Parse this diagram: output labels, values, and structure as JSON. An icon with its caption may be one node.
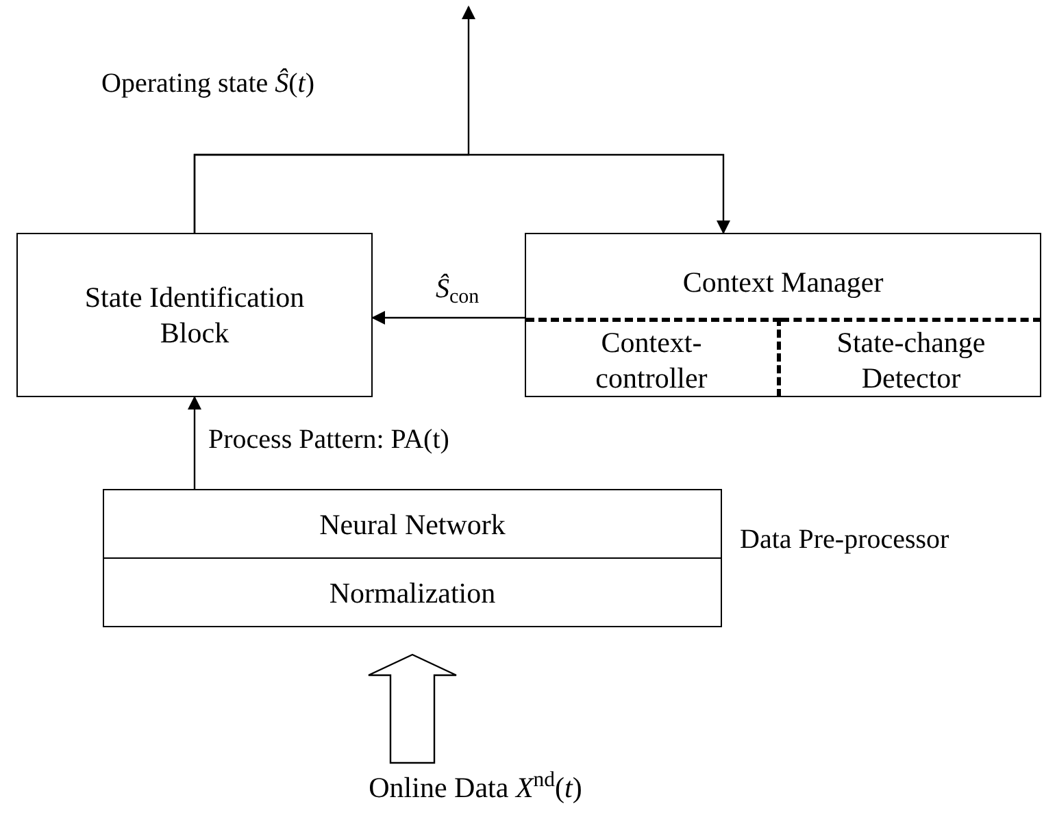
{
  "diagram": {
    "nodes": [
      {
        "text": [
          "State Identification Block"
        ]
      },
      {
        "text": [
          "Context Manager"
        ]
      },
      {
        "text": [
          "Context-controller"
        ],
        "in": 1
      },
      {
        "text": [
          "State-change Detector"
        ],
        "in": 1
      },
      {
        "text": [],
        "shape": "box",
        "beside": [
          "Data Pre-processor"
        ]
      },
      {
        "text": [
          "Neural Network"
        ],
        "in": 4
      },
      {
        "text": [
          "Normalization"
        ],
        "in": 4
      },
      {
        "text": [
          "Online Data *X*$^{nd}$(*t*)"
        ]
      }
    ],
    "edges": [
      {
        "from": 0,
        "to": null,
        "arrow": "to",
        "label": "Operating state *Ŝ*(*t*)"
      },
      {
        "from": 0,
        "to": 1,
        "arrow": "to"
      },
      {
        "from": 1,
        "to": 0,
        "arrow": "to",
        "label": "*Ŝ*$_{con}$"
      },
      {
        "from": 4,
        "to": 0,
        "arrow": "to",
        "label": "Process Pattern: PA(t)"
      },
      {
        "from": 7,
        "to": 4,
        "arrow": "to",
        "style": "thick"
      }
    ]
  }
}
